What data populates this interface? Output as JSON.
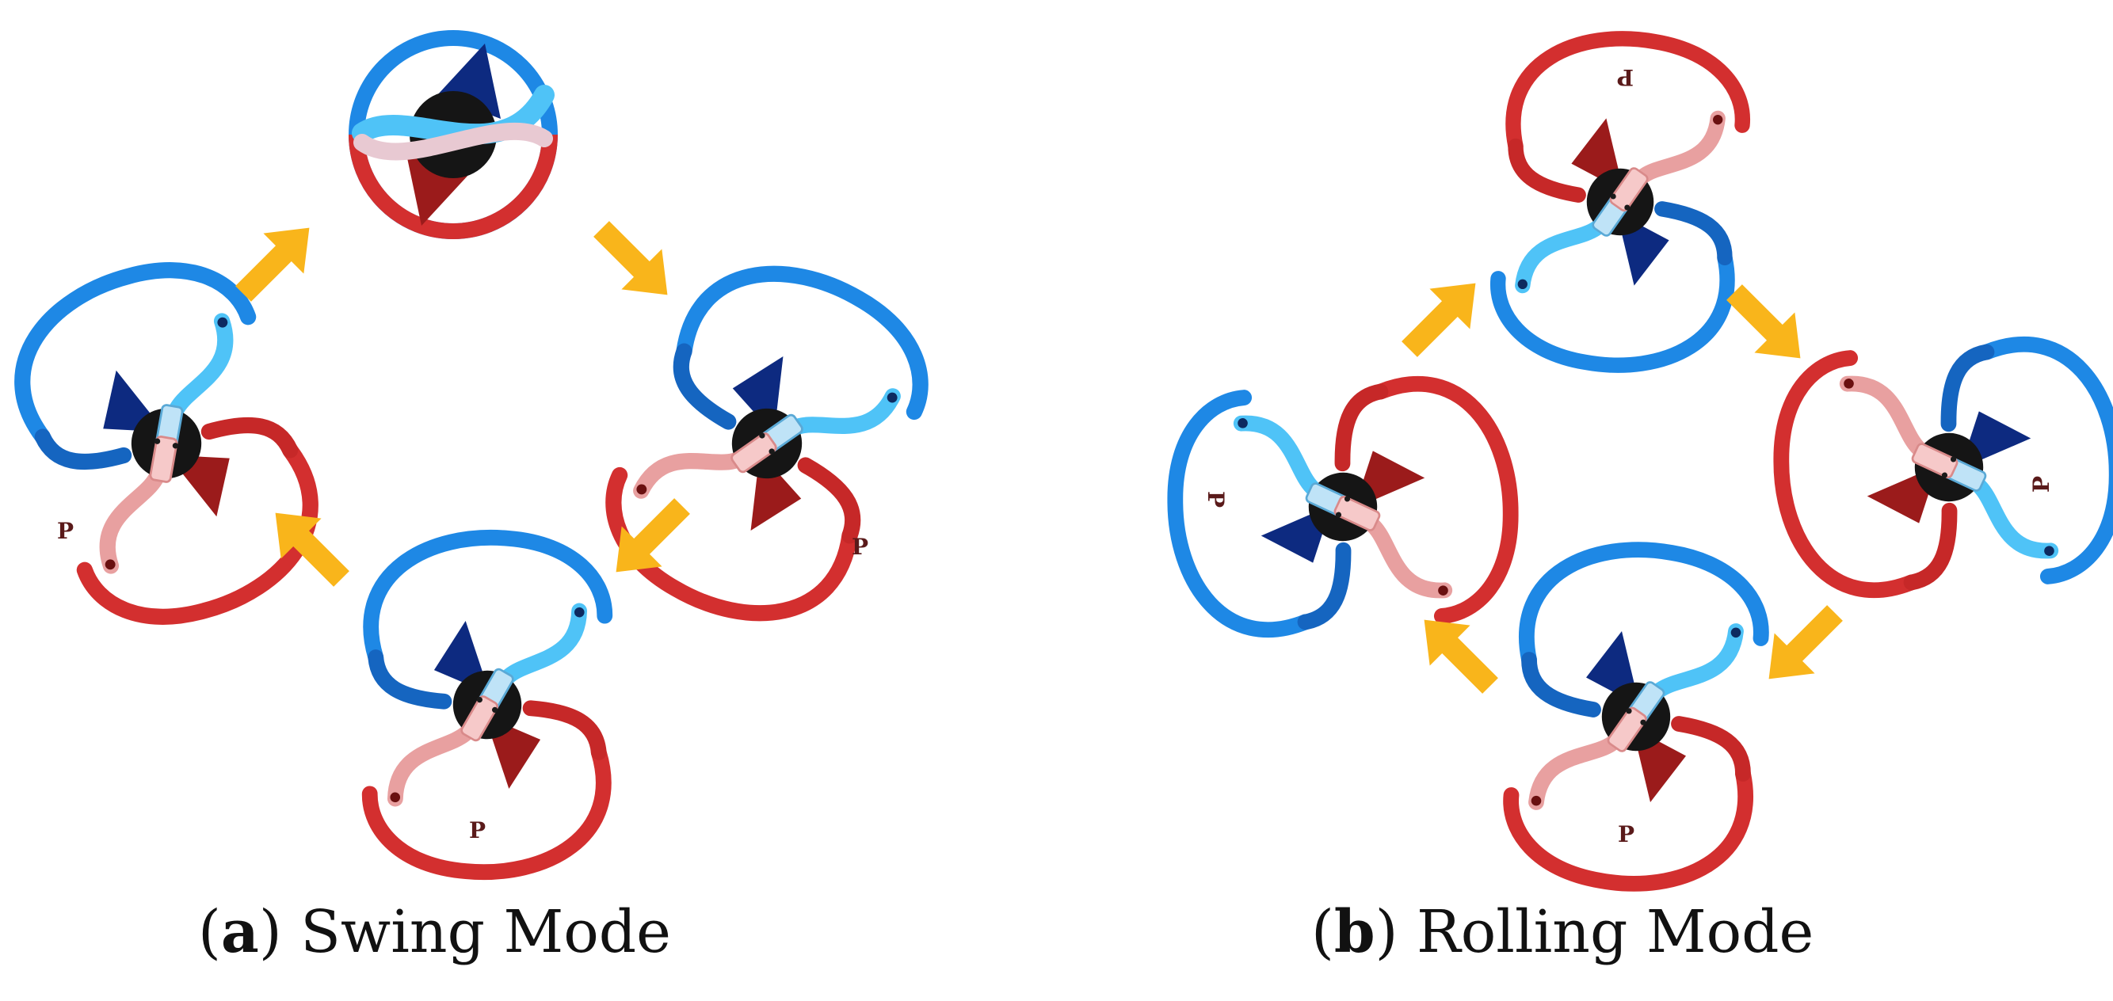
{
  "colors": {
    "blue_dark": "#1565c0",
    "blue_mid": "#1e88e5",
    "blue_light": "#4fc3f7",
    "navy": "#0d2a80",
    "red": "#d32f2f",
    "red_dark": "#9b1b1b",
    "pink": "#e8a0a0",
    "pink_pale": "#f4b7b7",
    "hub": "#151515",
    "arrow": "#f9b51b",
    "label": "#5a1a1a"
  },
  "panel_a": {
    "label_letter": "a",
    "label_title": "Swing Mode",
    "module_mark": "P"
  },
  "panel_b": {
    "label_letter": "b",
    "label_title": "Rolling Mode",
    "module_mark": "P"
  }
}
